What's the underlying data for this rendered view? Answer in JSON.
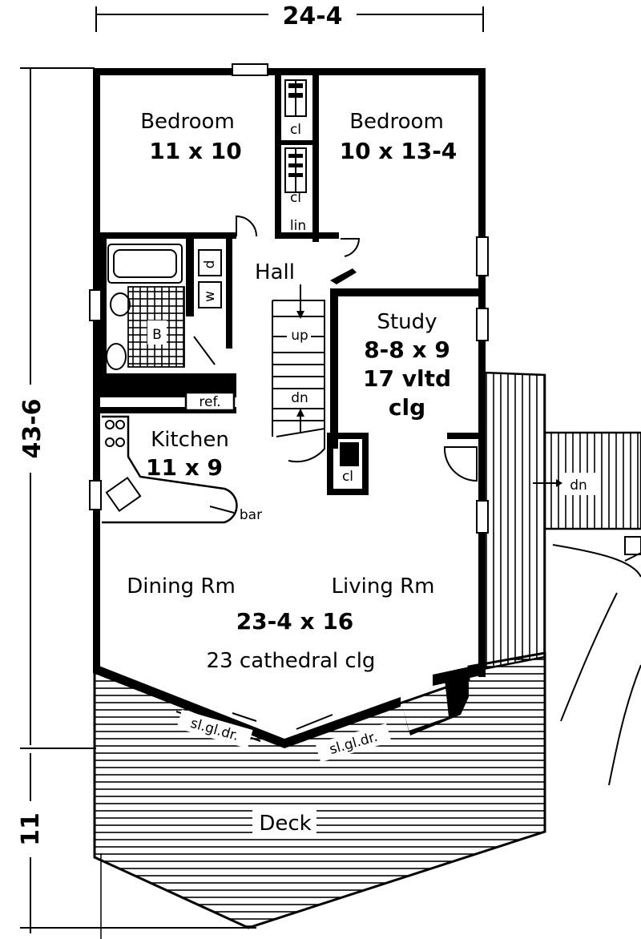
{
  "dimensions": {
    "width_label": "24-4",
    "depth_label": "43-6",
    "deck_depth_label": "11"
  },
  "rooms": {
    "bedroom_left": {
      "name": "Bedroom",
      "size": "11 x 10"
    },
    "bedroom_right": {
      "name": "Bedroom",
      "size": "10 x 13-4"
    },
    "hall": {
      "name": "Hall"
    },
    "study": {
      "name": "Study",
      "size": "8-8 x 9",
      "ceiling_1": "17 vltd",
      "ceiling_2": "clg"
    },
    "kitchen": {
      "name": "Kitchen",
      "size": "11 x 9"
    },
    "dining": {
      "name": "Dining Rm"
    },
    "living": {
      "name": "Living Rm",
      "size": "23-4 x 16",
      "ceiling": "23 cathedral clg"
    },
    "deck": {
      "name": "Deck"
    },
    "bath": {
      "name": "B"
    }
  },
  "labels": {
    "closet": "cl",
    "linen": "lin",
    "dryer": "d",
    "washer": "w",
    "refrigerator": "ref.",
    "bar": "bar",
    "stairs_up": "up",
    "stairs_down": "dn",
    "outside_stairs_down": "dn",
    "sliding_door": "sl.gl.dr."
  }
}
